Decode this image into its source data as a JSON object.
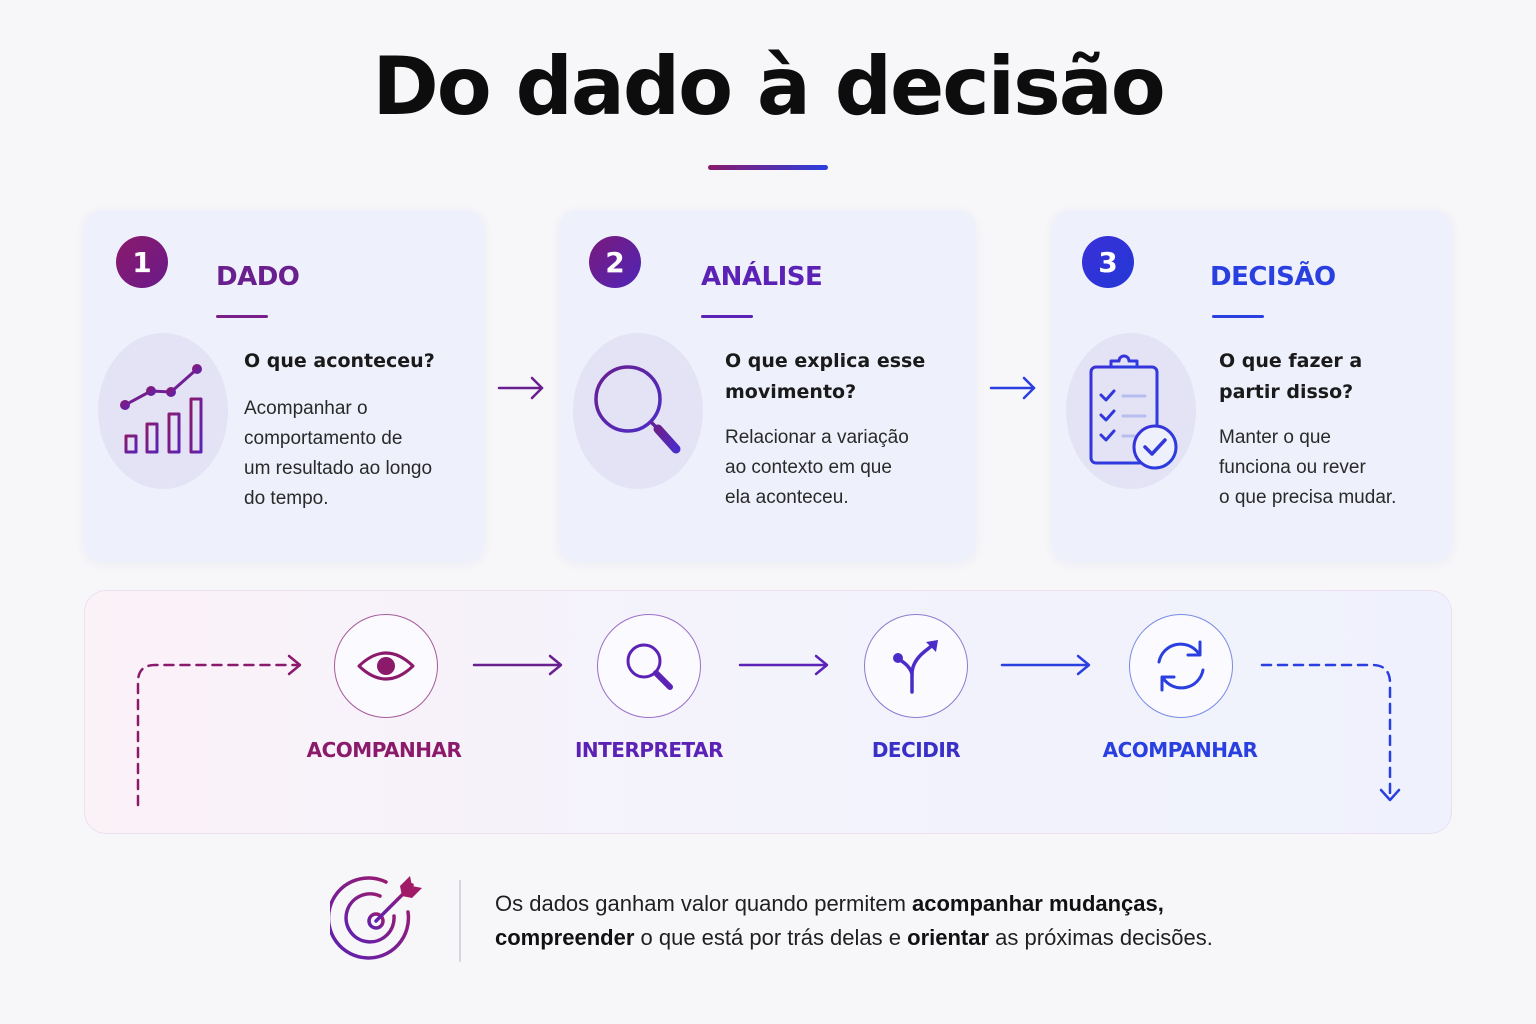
{
  "title": "Do dado à decisão",
  "colors": {
    "magenta": "#8b1a6b",
    "purple": "#5b22b5",
    "blue": "#2a3fe0",
    "card_bg": "#eef0fb"
  },
  "cards": [
    {
      "number": "1",
      "title": "DADO",
      "question": "O que aconteceu?",
      "description": [
        "Acompanhar o",
        "comportamento de",
        "um resultado ao longo",
        "do tempo."
      ],
      "icon": "growth-chart-icon"
    },
    {
      "number": "2",
      "title": "ANÁLISE",
      "question": [
        "O que explica esse",
        "movimento?"
      ],
      "description": [
        "Relacionar a variação",
        "ao contexto em que",
        "ela aconteceu."
      ],
      "icon": "magnifier-document-icon"
    },
    {
      "number": "3",
      "title": "DECISÃO",
      "question": [
        "O que fazer a",
        "partir disso?"
      ],
      "description": [
        "Manter o que",
        "funciona ou rever",
        "o que precisa mudar."
      ],
      "icon": "clipboard-check-icon"
    }
  ],
  "cycle": {
    "steps": [
      {
        "label": "ACOMPANHAR",
        "icon": "eye-icon"
      },
      {
        "label": "INTERPRETAR",
        "icon": "search-icon"
      },
      {
        "label": "DECIDIR",
        "icon": "split-arrow-icon"
      },
      {
        "label": "ACOMPANHAR",
        "icon": "refresh-icon"
      }
    ]
  },
  "footer": {
    "icon": "target-icon",
    "line1_a": "Os dados ganham valor quando permitem ",
    "line1_b": "acompanhar mudanças,",
    "line2_a": "compreender",
    "line2_b": " o que está por trás delas e ",
    "line2_c": "orientar",
    "line2_d": " as próximas decisões."
  }
}
